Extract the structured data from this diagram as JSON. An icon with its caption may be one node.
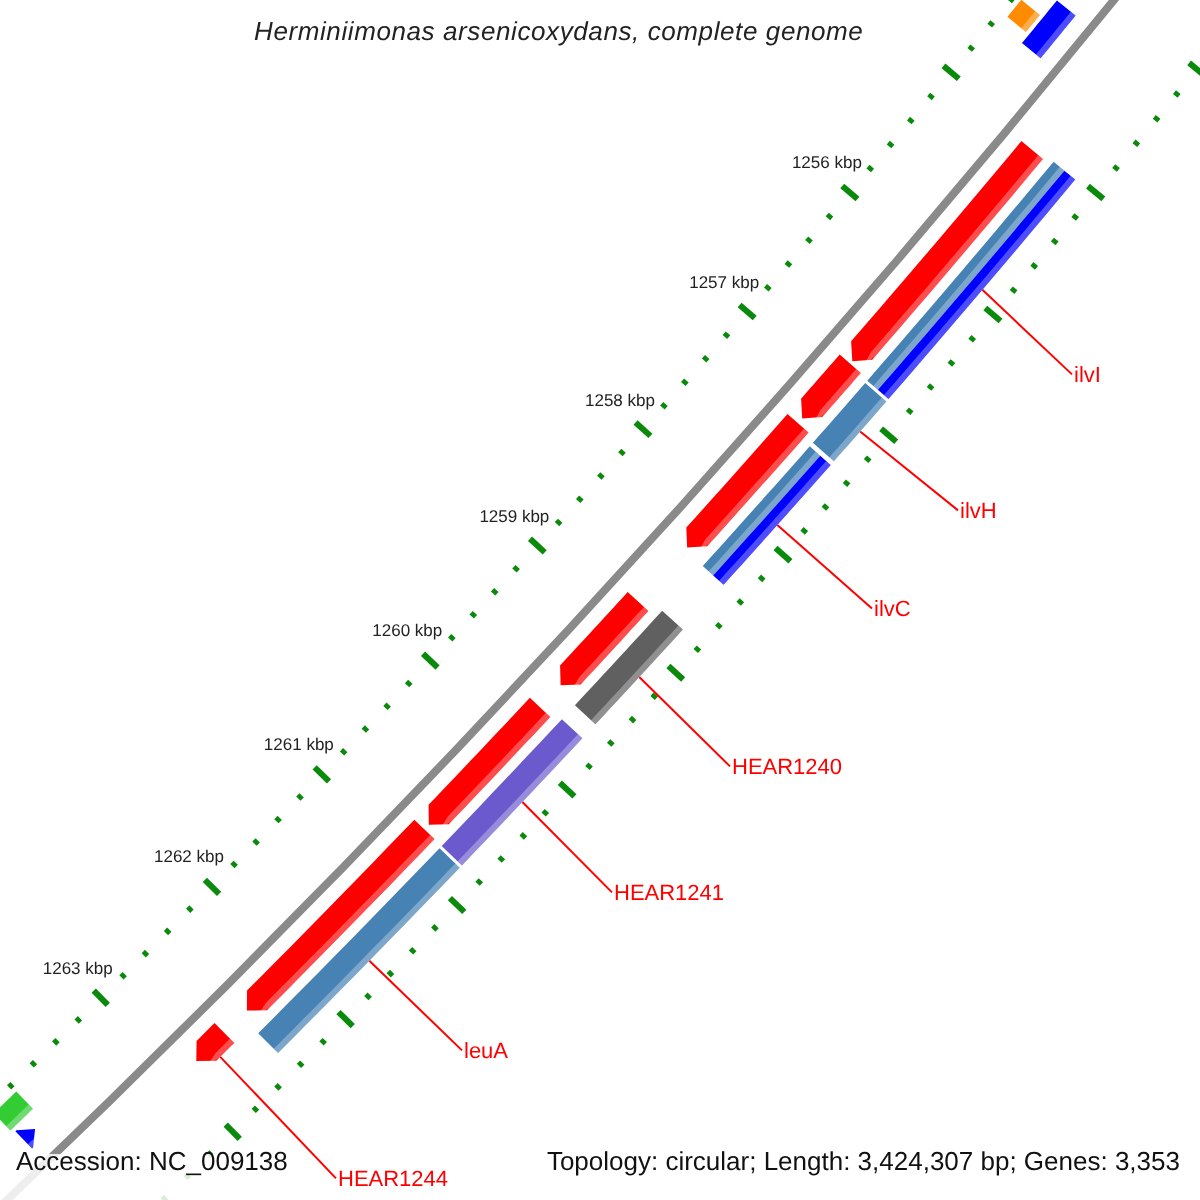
{
  "diagram": {
    "title": "Herminiimonas arsenicoxydans, complete genome",
    "nodes": [
      {
        "text": [
          "ilvI"
        ]
      },
      {
        "text": [
          "ilvH"
        ]
      },
      {
        "text": [
          "ilvC"
        ]
      },
      {
        "text": [
          "HEAR1240"
        ]
      },
      {
        "text": [
          "HEAR1241"
        ]
      },
      {
        "text": [
          "leuA"
        ]
      },
      {
        "text": [
          "HEAR1244"
        ]
      },
      {
        "text": [],
        "shape": "bar"
      },
      {
        "text": [],
        "shape": "bar"
      },
      {
        "text": [],
        "shape": "arrow"
      },
      {
        "text": [],
        "shape": "bar"
      },
      {
        "text": [],
        "shape": "arrow"
      },
      {
        "text": [],
        "shape": "bar"
      },
      {
        "text": [],
        "shape": "arrow"
      },
      {
        "text": [],
        "shape": "bar"
      },
      {
        "text": [],
        "shape": "arrow"
      },
      {
        "text": [],
        "shape": "bar"
      },
      {
        "text": [],
        "shape": "arrow"
      },
      {
        "text": [],
        "shape": "bar"
      },
      {
        "text": [],
        "shape": "arrow"
      },
      {
        "text": [],
        "shape": "bar"
      },
      {
        "text": [],
        "shape": "arrow"
      },
      {
        "text": [],
        "shape": "bar"
      },
      {
        "text": [],
        "shape": "arrow"
      }
    ],
    "edges": [
      {
        "from": 0,
        "to": 10,
        "arrow": "none"
      },
      {
        "from": 1,
        "to": 12,
        "arrow": "none"
      },
      {
        "from": 2,
        "to": 14,
        "arrow": "none"
      },
      {
        "from": 3,
        "to": 16,
        "arrow": "none"
      },
      {
        "from": 4,
        "to": 18,
        "arrow": "none"
      },
      {
        "from": 5,
        "to": 20,
        "arrow": "none"
      },
      {
        "from": 6,
        "to": 21,
        "arrow": "none"
      }
    ],
    "labels": [
      "1256 kbp",
      "1257 kbp",
      "1258 kbp",
      "1259 kbp",
      "1260 kbp",
      "1261 kbp",
      "1262 kbp",
      "1263 kbp",
      "Accession: NC_009138",
      "Topology: circular; Length: 3,424,307 bp; Genes: 3,353"
    ]
  }
}
